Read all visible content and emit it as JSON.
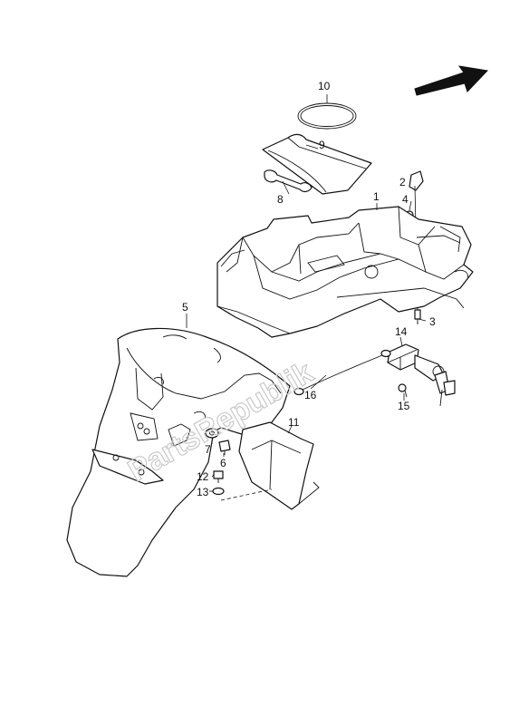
{
  "diagram": {
    "watermark": "PartsRepublik",
    "callouts": [
      "1",
      "2",
      "3",
      "4",
      "5",
      "6",
      "7",
      "8",
      "9",
      "10",
      "11",
      "12",
      "13",
      "14",
      "15",
      "16"
    ]
  }
}
